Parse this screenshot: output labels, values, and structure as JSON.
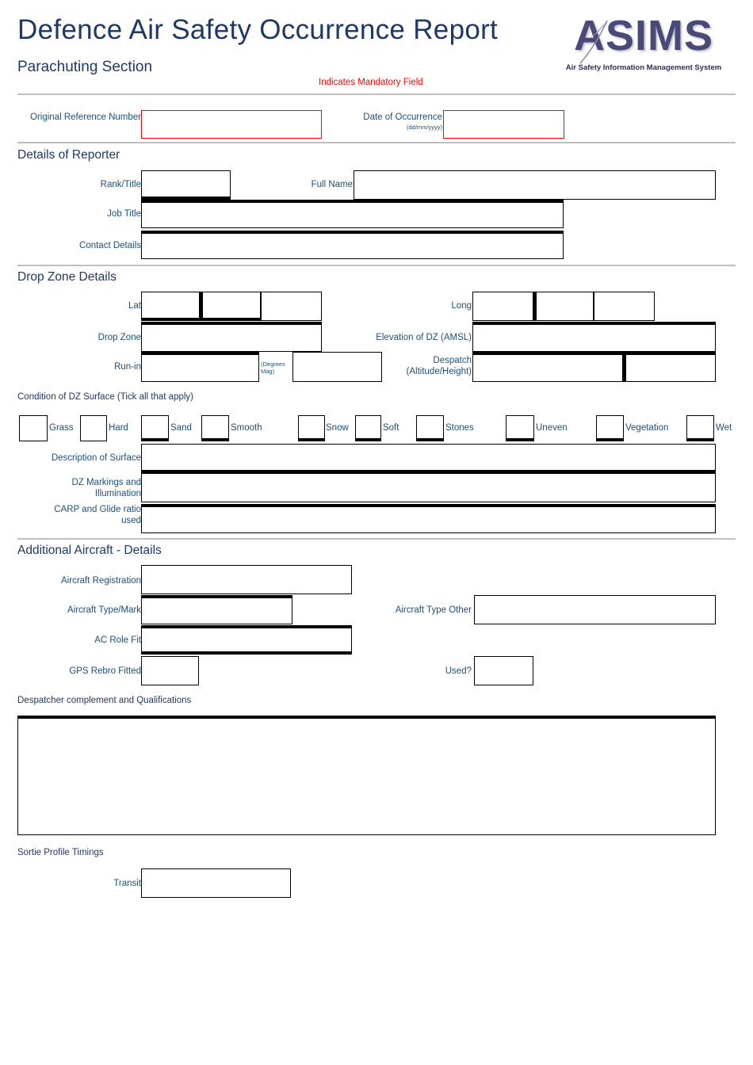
{
  "header": {
    "title": "Defence Air Safety Occurrence Report",
    "subtitle": "Parachuting Section",
    "mandatory_note": "Indicates Mandatory Field",
    "logo_word": "ASIMS",
    "logo_tagline": "Air Safety Information Management System",
    "mandatory_color": "#FF0000",
    "heading_color": "#1F3864",
    "label_color": "#1F4E79"
  },
  "top_fields": {
    "original_reference_number_label": "Original Reference Number",
    "original_reference_number_value": "",
    "date_of_occurrence_label": "Date of Occurrence",
    "date_of_occurrence_format": "(dd/mm/yyyy)",
    "date_of_occurrence_value": ""
  },
  "reporter": {
    "heading": "Details of Reporter",
    "rank_title_label": "Rank/Title",
    "rank_title_value": "",
    "full_name_label": "Full Name",
    "full_name_value": "",
    "job_title_label": "Job Title",
    "job_title_value": "",
    "contact_details_label": "Contact Details",
    "contact_details_value": ""
  },
  "drop_zone": {
    "heading": "Drop Zone Details",
    "lat_label": "Lat",
    "lat_values": [
      "",
      "",
      ""
    ],
    "long_label": "Long",
    "long_values": [
      "",
      "",
      ""
    ],
    "drop_zone_label": "Drop Zone",
    "drop_zone_value": "",
    "elevation_label": "Elevation of DZ (AMSL)",
    "elevation_value": "",
    "run_in_label": "Run-in",
    "run_in_value": "",
    "run_in_units": "(Degrees Mag)",
    "run_in_value_2": "",
    "despatch_label": "Despatch (Altitude/Height)",
    "despatch_value_1": "",
    "despatch_value_2": ""
  },
  "dz_surface": {
    "heading": "Condition of DZ Surface (Tick all that apply)",
    "options": [
      {
        "label": "Grass",
        "checked": false
      },
      {
        "label": "Hard",
        "checked": false
      },
      {
        "label": "Sand",
        "checked": false
      },
      {
        "label": "Smooth",
        "checked": false
      },
      {
        "label": "Snow",
        "checked": false
      },
      {
        "label": "Soft",
        "checked": false
      },
      {
        "label": "Stones",
        "checked": false
      },
      {
        "label": "Uneven",
        "checked": false
      },
      {
        "label": "Vegetation",
        "checked": false
      },
      {
        "label": "Wet",
        "checked": false
      }
    ],
    "description_label": "Description of Surface",
    "description_value": "",
    "markings_label": "DZ Markings and Illumination",
    "markings_value": "",
    "carp_label": "CARP and Glide ratio used",
    "carp_value": ""
  },
  "aircraft": {
    "heading": "Additional Aircraft - Details",
    "registration_label": "Aircraft Registration",
    "registration_value": "",
    "type_mark_label": "Aircraft Type/Mark",
    "type_mark_value": "",
    "type_other_label": "Aircraft Type Other",
    "type_other_value": "",
    "role_fit_label": "AC Role Fit",
    "role_fit_value": "",
    "gps_rebro_label": "GPS Rebro Fitted",
    "gps_rebro_value": "",
    "used_label": "Used?",
    "used_value": ""
  },
  "despatcher": {
    "heading": "Despatcher complement and Qualifications",
    "value": ""
  },
  "sortie": {
    "heading": "Sortie Profile Timings",
    "transit_label": "Transit",
    "transit_value": ""
  }
}
